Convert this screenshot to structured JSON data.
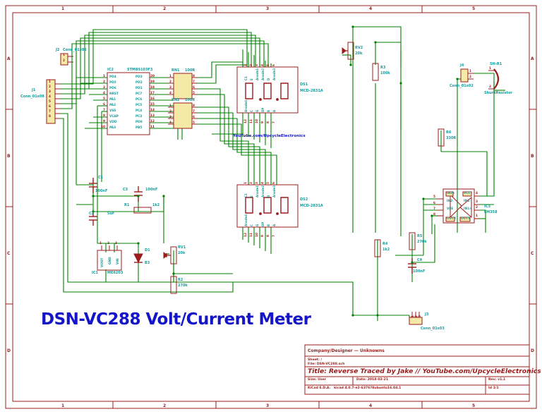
{
  "sheet": {
    "title_main": "DSN-VC288 Volt/Current Meter",
    "url_note": "YouTube.com/UpcycleElectronics",
    "border_cols": [
      "1",
      "2",
      "3",
      "4",
      "5"
    ],
    "border_rows": [
      "A",
      "B",
      "C",
      "D"
    ]
  },
  "title_block": {
    "company_line": "Company/Designer — Unknowns",
    "sheet_line": "Sheet: /",
    "file_line": "File: DSN-VC288.sch",
    "title_line": "Title: Reverse Traced by Jake // YouTube.com/UpcycleElectronics",
    "size_line": "Size: User",
    "date_line": "Date: 2018-03-21",
    "rev_line": "Rev: v1.1",
    "kicad_line": "KiCad E.D.A.   kicad 4.0.7-e2-6376?8ubuntu16.04.1",
    "id_line": "Id 1/1"
  },
  "components": {
    "J1": {
      "ref": "J1",
      "val": "Conn_01x08"
    },
    "J2": {
      "ref": "J2",
      "val": "Conn_01x02"
    },
    "J3": {
      "ref": "J3",
      "val": "Conn_01x03"
    },
    "J4": {
      "ref": "J4",
      "val": "Conn_01x02"
    },
    "IC1": {
      "ref": "IC1",
      "val": "ME6203"
    },
    "IC2": {
      "ref": "IC2",
      "val": "STM8S103F3"
    },
    "IC3": {
      "ref": "IC3",
      "val": "LM358"
    },
    "RN1": {
      "ref": "RN1",
      "val": "100R"
    },
    "RN2": {
      "ref": "RN2",
      "val": "100R"
    },
    "DS1": {
      "ref": "DS1",
      "val": "MCD-2831A"
    },
    "DS2": {
      "ref": "DS2",
      "val": "MCD-2831A"
    },
    "R1": {
      "ref": "R1",
      "val": "1k2"
    },
    "R2": {
      "ref": "R2",
      "val": "270k"
    },
    "R3": {
      "ref": "R3",
      "val": "100k"
    },
    "R4": {
      "ref": "R4",
      "val": "1k2"
    },
    "R5": {
      "ref": "R5",
      "val": "270k"
    },
    "R6": {
      "ref": "R6",
      "val": "330R"
    },
    "RV1": {
      "ref": "RV1",
      "val": "20k"
    },
    "RV2": {
      "ref": "RV2",
      "val": "20k"
    },
    "C1": {
      "ref": "C1",
      "val": "100nF"
    },
    "C2": {
      "ref": "C2",
      "val": "5uF"
    },
    "C3": {
      "ref": "C3",
      "val": "100nF"
    },
    "C4": {
      "ref": "C4",
      "val": "100nF"
    },
    "D1": {
      "ref": "D1",
      "val": "B3"
    },
    "SHR1": {
      "ref": "SH-R1",
      "val": "ShuntResistor"
    }
  },
  "ic2_pins": {
    "left_names": [
      "PD4",
      "PD5",
      "PD6",
      "NRST",
      "PA1",
      "PA2",
      "VSS",
      "VCAP",
      "VDD",
      "PA3"
    ],
    "left_nums": [
      "1",
      "2",
      "3",
      "4",
      "5",
      "6",
      "7",
      "8",
      "9",
      "10"
    ],
    "right_names": [
      "PD3",
      "PD2",
      "PD1",
      "PC7",
      "PC6",
      "PC5",
      "PC4",
      "PC3",
      "PD0",
      "PB5"
    ],
    "right_nums": [
      "20",
      "19",
      "18",
      "17",
      "16",
      "15",
      "14",
      "13",
      "12",
      "11"
    ]
  },
  "ic3_pins": {
    "left_names": [
      "IN2+",
      "IN2-",
      "VEE",
      "OUT2"
    ],
    "left_nums": [
      "5",
      "6",
      "7",
      "8"
    ],
    "right_names": [
      "VCC",
      "IN1-",
      "IN1+",
      "OUT1"
    ],
    "right_nums": [
      "4",
      "3",
      "2",
      "1"
    ]
  },
  "ic1_pins": {
    "names": [
      "VOUT",
      "GND",
      "VIN"
    ],
    "nums": [
      "1",
      "2",
      "3"
    ]
  },
  "display_pins": {
    "top_names": [
      "C1",
      "E",
      "Anode1",
      "Anode2",
      "D",
      "Anode3"
    ],
    "top_nums": [
      "1",
      "2",
      "3",
      "4",
      "5",
      "6"
    ],
    "bot_names": [
      "Anode4",
      "C",
      "G",
      "DP",
      "B",
      "A"
    ],
    "bot_nums": [
      "12",
      "11",
      "10",
      "9",
      "8",
      "7"
    ]
  },
  "rn_pins": {
    "left": [
      "1",
      "2",
      "3",
      "4"
    ],
    "right": [
      "8",
      "7",
      "6",
      "5"
    ]
  },
  "j1_pins": [
    "1",
    "2",
    "3",
    "4",
    "5",
    "6",
    "7",
    "8"
  ],
  "j2_pins": [
    "1",
    "2"
  ],
  "j3_pins": [
    "1",
    "2",
    "3"
  ],
  "j4_pins": [
    "1",
    "2"
  ],
  "shr_pins": [
    "1",
    "2"
  ],
  "colors": {
    "wire": "#008000",
    "component": "#9b1c1c",
    "label": "#169d9d",
    "title": "#1414c8",
    "pin_fill": "#f5e9a8"
  }
}
